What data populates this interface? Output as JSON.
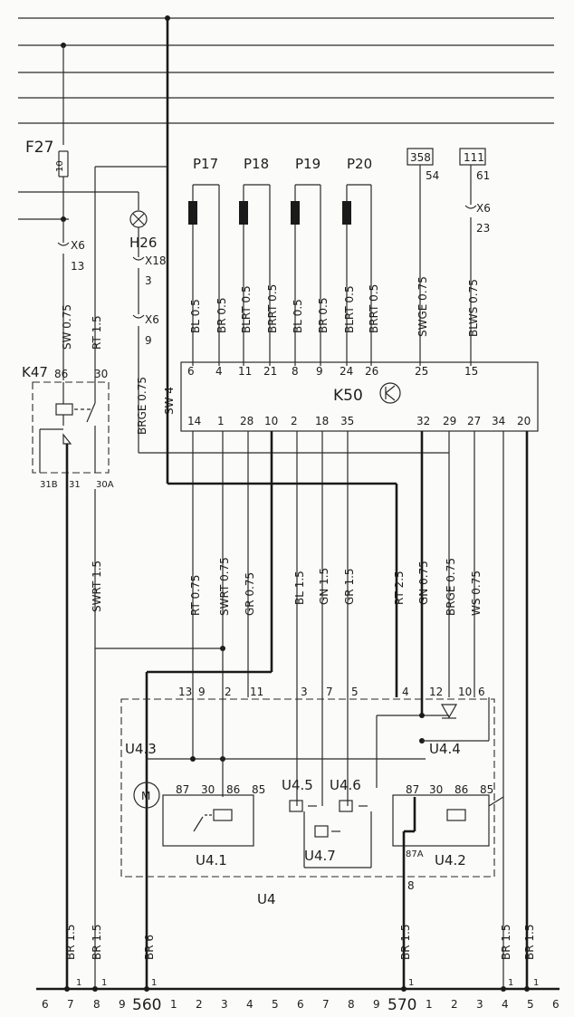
{
  "fuse": {
    "name": "F27",
    "pin": "10"
  },
  "lamp": {
    "name": "H26",
    "pin_a": "X18",
    "pin_b": "3"
  },
  "connectors": {
    "x6_13": {
      "name": "X6",
      "pin": "13"
    },
    "x6_9": {
      "name": "X6",
      "pin": "9"
    },
    "x6_23": {
      "name": "X6",
      "pin": "23"
    }
  },
  "refs": {
    "r358": "358",
    "r358_pin": "54",
    "r111": "111",
    "r111_pin": "61"
  },
  "relay_k47": {
    "name": "K47",
    "p86": "86",
    "p30": "30",
    "p31b": "31B",
    "p31": "31",
    "p30a": "30A"
  },
  "sensors": [
    "P17",
    "P18",
    "P19",
    "P20"
  ],
  "k50": {
    "name": "K50",
    "top_pins": [
      "6",
      "4",
      "11",
      "21",
      "8",
      "9",
      "24",
      "26",
      "25",
      "15"
    ],
    "bottom_pins": [
      "14",
      "1",
      "28",
      "10",
      "2",
      "18",
      "35",
      "32",
      "29",
      "27",
      "34",
      "20"
    ]
  },
  "wires_upper": {
    "sw075": "SW 0.75",
    "rt15": "RT 1.5",
    "brge075": "BRGE 0.75",
    "sw4": "SW 4",
    "p17a": "BL 0.5",
    "p17b": "BR 0.5",
    "p18a": "BLRT 0.5",
    "p18b": "BRRT 0.5",
    "p19a": "BL 0.5",
    "p19b": "BR 0.5",
    "p20a": "BLRT 0.5",
    "p20b": "BRRT 0.5",
    "swge075": "SWGE 0.75",
    "blws075": "BLWS 0.75"
  },
  "wires_mid": {
    "swrt15": "SWRT 1.5",
    "rt075": "RT 0.75",
    "swrt075": "SWRT 0.75",
    "gr075": "GR 0.75",
    "bl15": "BL 1.5",
    "gn15": "GN 1.5",
    "gr15": "GR 1.5",
    "rt25": "RT 2.5",
    "gn075": "GN 0.75",
    "brge075b": "BRGE 0.75",
    "ws075": "WS 0.75"
  },
  "u4": {
    "name": "U4",
    "pins": [
      "13",
      "9",
      "2",
      "11",
      "3",
      "7",
      "5",
      "4",
      "12",
      "10",
      "6"
    ],
    "u43": "U4.3",
    "u44": "U4.4",
    "u45": "U4.5",
    "u46": "U4.6",
    "u47": "U4.7",
    "u41": "U4.1",
    "u42": "U4.2",
    "motor": "M",
    "r1": {
      "p87": "87",
      "p30": "30",
      "p86": "86",
      "p85": "85"
    },
    "r2": {
      "p87": "87",
      "p30": "30",
      "p86": "86",
      "p85": "85",
      "p87a": "87A"
    },
    "pin8": "8"
  },
  "wires_lower": {
    "br15a": "BR 1.5",
    "br15b": "BR 1.5",
    "br6": "BR 6",
    "br15c": "BR 1.5",
    "br15d": "BR 1.5",
    "br15e": "BR 1.5"
  },
  "ground_bar": {
    "pin1": "1",
    "b560": "560",
    "b570": "570",
    "seq_left": [
      "6",
      "7",
      "8",
      "9"
    ],
    "seq_mid": [
      "1",
      "2",
      "3",
      "4",
      "5",
      "6",
      "7",
      "8",
      "9"
    ],
    "seq_right": [
      "1",
      "2",
      "3",
      "4",
      "5",
      "6"
    ]
  }
}
